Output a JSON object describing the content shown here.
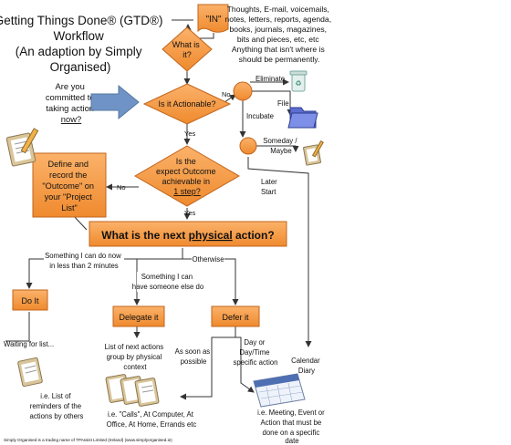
{
  "title": [
    "Getting Things Done® (GTD®)",
    "Workflow",
    "(An adaption by Simply",
    "Organised)"
  ],
  "inbox": {
    "label": "\"IN\"",
    "description": [
      "Thoughts, E-mail, voicemails,",
      "notes, letters, reports, agenda,",
      "books, journals, magazines,",
      "bits and pieces, etc, etc",
      "Anything that isn't where is",
      "should be permanently."
    ]
  },
  "decisions": {
    "what_is_it": [
      "What is",
      "it?"
    ],
    "actionable": "Is it Actionable?",
    "one_step": [
      "Is the",
      "expect Outcome",
      "achievable in",
      "1 step?"
    ]
  },
  "committed_question": [
    "Are you",
    "committed to",
    "taking action",
    "now?"
  ],
  "edge_labels": {
    "no_1": "No",
    "yes_1": "Yes",
    "no_2": "No",
    "yes_2": "Yes",
    "eliminate": "Eliminate",
    "file": "File",
    "incubate": "Incubate",
    "someday_maybe": [
      "Someday /",
      "Maybe"
    ],
    "later_start": [
      "Later",
      "Start"
    ]
  },
  "project_box": [
    "Define and",
    "record the",
    "\"Outcome\" on",
    "your \"Project",
    "List\""
  ],
  "next_action": {
    "prefix": "What is the next ",
    "emph": "physical",
    "suffix": " action?"
  },
  "branches": {
    "two_minutes": [
      "Something I can do now",
      "in less than 2 minutes"
    ],
    "someone_else": [
      "Something I can",
      "have someone else do"
    ],
    "otherwise": "Otherwise"
  },
  "actions": {
    "do_it": "Do It",
    "delegate": "Delegate it",
    "defer": "Defer it"
  },
  "defer_options": {
    "asap": [
      "As soon as",
      "possible"
    ],
    "specific": [
      "Day or",
      "Day/Time",
      "specific action"
    ]
  },
  "lists": {
    "waiting": "Waiting for list...",
    "waiting_desc": [
      "i.e. List of",
      "reminders of the",
      "actions by others"
    ],
    "next_actions": [
      "List of next actions",
      "group by physical",
      "context"
    ],
    "next_actions_desc": [
      "i.e. \"Calls\", At Computer, At",
      "Office, At Home, Errands etc"
    ],
    "calendar": [
      "Calendar",
      "Diary"
    ],
    "calendar_desc": [
      "i.e. Meeting, Event or",
      "Action that must be",
      "done on a specific",
      "date"
    ]
  },
  "footer": "Simply Organised is a trading name of TPAssist Limited (Ireland) (www.simplyorganised.ie)",
  "colors": {
    "orange": "#f7943b",
    "orange_dark": "#c1641c",
    "blue_arrow": "#6f93c6",
    "line": "#333333"
  }
}
